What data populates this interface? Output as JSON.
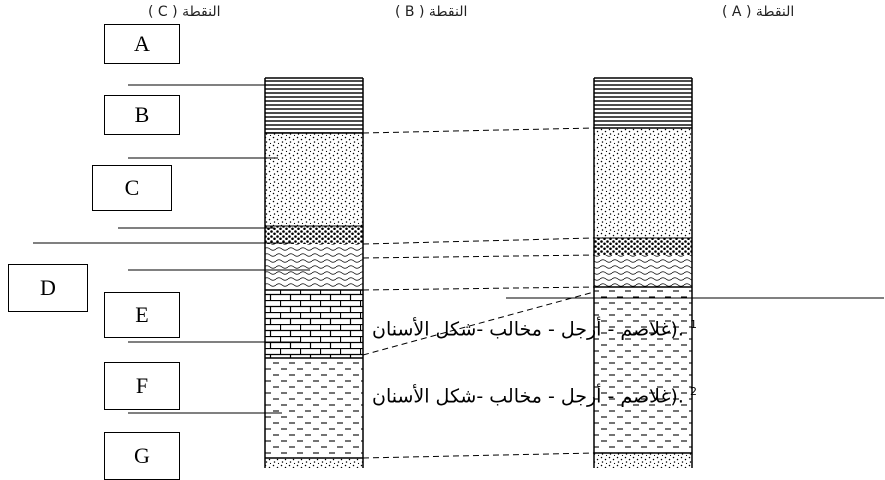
{
  "headers": {
    "point_c": "النقطة ( C )",
    "point_b": "النقطة ( B )",
    "point_a": "النقطة ( A )"
  },
  "boxes": {
    "a": "A",
    "b": "B",
    "c": "C",
    "d": "D",
    "e": "E",
    "f": "F",
    "g": "G"
  },
  "footnotes": {
    "fn1": {
      "mark": "1",
      "text": ".(غلاصم - أرجل - مخالب -شكل الأسنان"
    },
    "fn2": {
      "mark": "2",
      "text": ".(غلاصم - أرجل - مخالب -شكل الأسنان"
    }
  }
}
